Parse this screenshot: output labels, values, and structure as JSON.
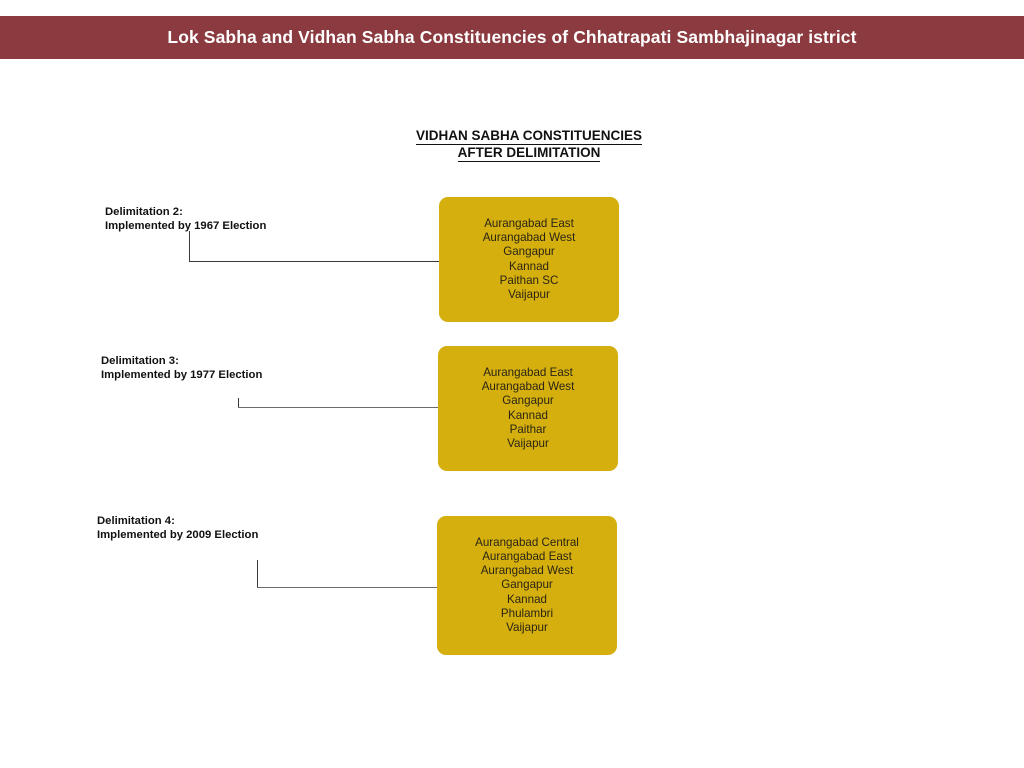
{
  "header": {
    "title": "Lok Sabha and Vidhan Sabha Constituencies of Chhatrapati Sambhajinagar istrict",
    "background_color": "#8B3A3F",
    "text_color": "#FFFFFF"
  },
  "section": {
    "heading_line1": "VIDHAN SABHA CONSTITUENCIES",
    "heading_line2": "AFTER DELIMITATION"
  },
  "colors": {
    "box_fill": "#D4AF0E",
    "box_text": "#2B2416",
    "connector": "#3A3A3A",
    "label_text": "#111111"
  },
  "rows": [
    {
      "label_line1": "Delimitation 2:",
      "label_line2": "Implemented by 1967 Election",
      "constituencies": [
        "Aurangabad East",
        "Aurangabad West",
        "Gangapur",
        "Kannad",
        "Paithan SC",
        "Vaijapur"
      ]
    },
    {
      "label_line1": "Delimitation 3:",
      "label_line2": "Implemented by 1977 Election",
      "constituencies": [
        "Aurangabad East",
        "Aurangabad West",
        "Gangapur",
        "Kannad",
        "Paithar",
        "Vaijapur"
      ]
    },
    {
      "label_line1": "Delimitation 4:",
      "label_line2": "Implemented by 2009 Election",
      "constituencies": [
        "Aurangabad Central",
        "Aurangabad East",
        "Aurangabad West",
        "Gangapur",
        "Kannad",
        "Phulambri",
        "Vaijapur"
      ]
    }
  ]
}
